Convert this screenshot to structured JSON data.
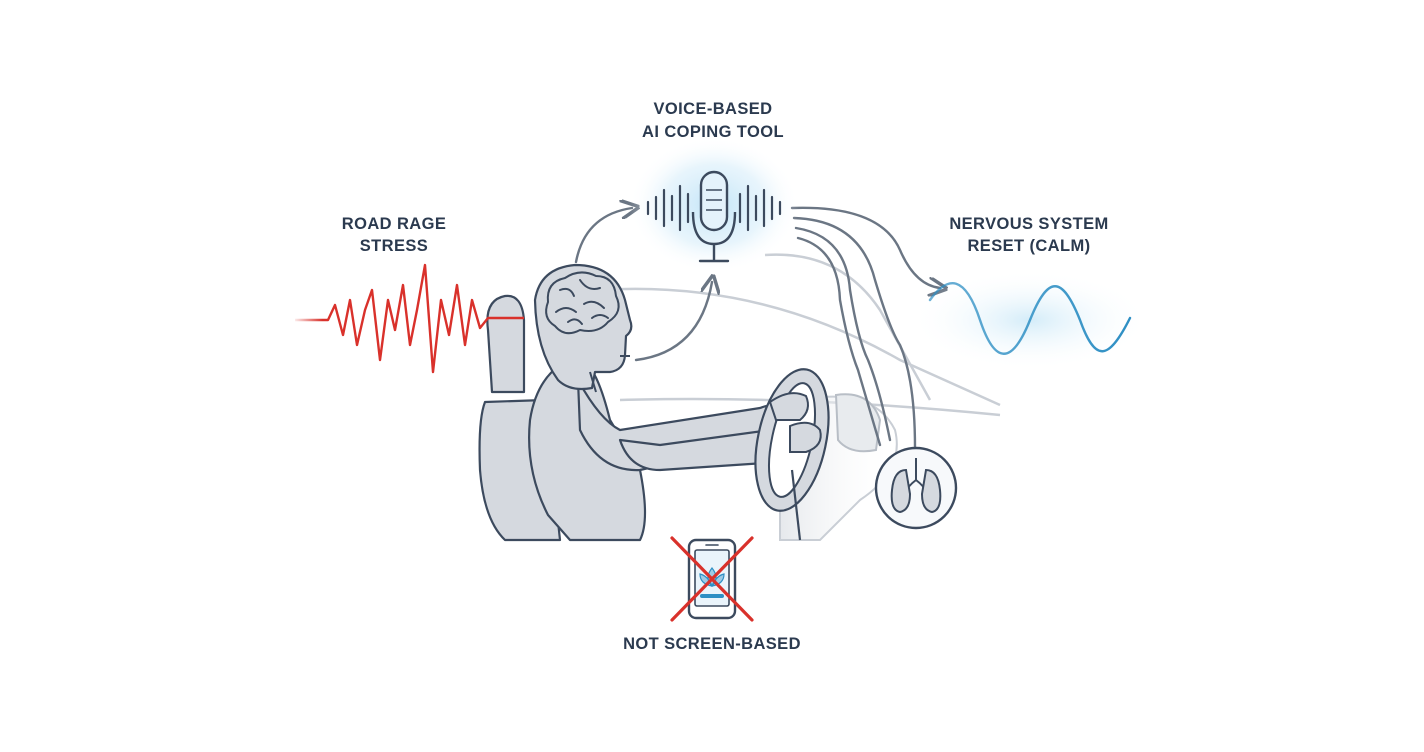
{
  "labels": {
    "voice_line1": "VOICE-BASED",
    "voice_line2": "AI COPING TOOL",
    "stress_line1": "ROAD RAGE",
    "stress_line2": "STRESS",
    "calm_line1": "NERVOUS SYSTEM",
    "calm_line2": "RESET (CALM)",
    "screen": "NOT SCREEN-BASED"
  },
  "colors": {
    "line": "#3c4a5e",
    "fill": "#d5d9df",
    "stress": "#d9312b",
    "calm": "#2e8fc4",
    "glow": "#bfe3f7",
    "cross": "#d9312b",
    "arrow": "#6b7684"
  },
  "icons": [
    "microphone-icon",
    "brain-icon",
    "lungs-icon",
    "phone-icon",
    "lotus-icon",
    "steering-wheel-icon",
    "car-seat-icon"
  ]
}
